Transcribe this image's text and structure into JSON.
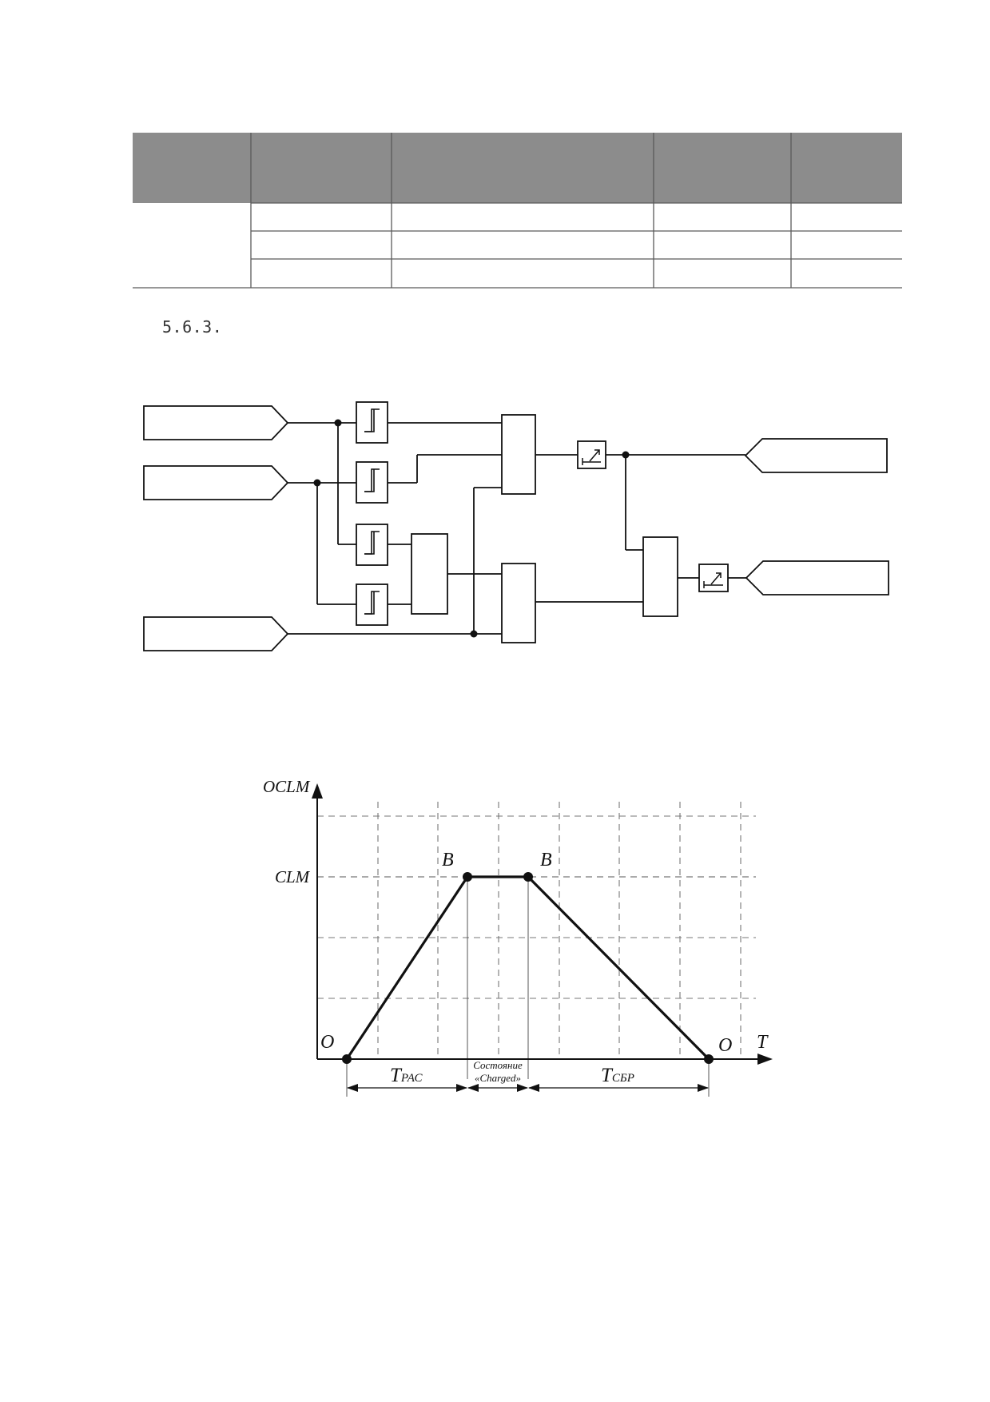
{
  "section": {
    "number": "5.6.3."
  },
  "table": {
    "header_color": "#8c8c8c",
    "column_count": 5,
    "body_row_count": 3
  },
  "logic_scheme": {
    "blocks": [
      "hysteresis-comparator-icon",
      "timer-icon"
    ]
  },
  "graph": {
    "y_axis_label": "OCLM",
    "x_axis_label": "T",
    "level_label": "CLM",
    "point_o_start": "O",
    "point_o_end": "O",
    "point_b_left": "B",
    "point_b_right": "B",
    "t_rise": {
      "main": "T",
      "sub": "РАС"
    },
    "t_reset": {
      "main": "T",
      "sub": "СБР"
    },
    "state_line1": "Состояние",
    "state_line2": "«Charged»"
  }
}
